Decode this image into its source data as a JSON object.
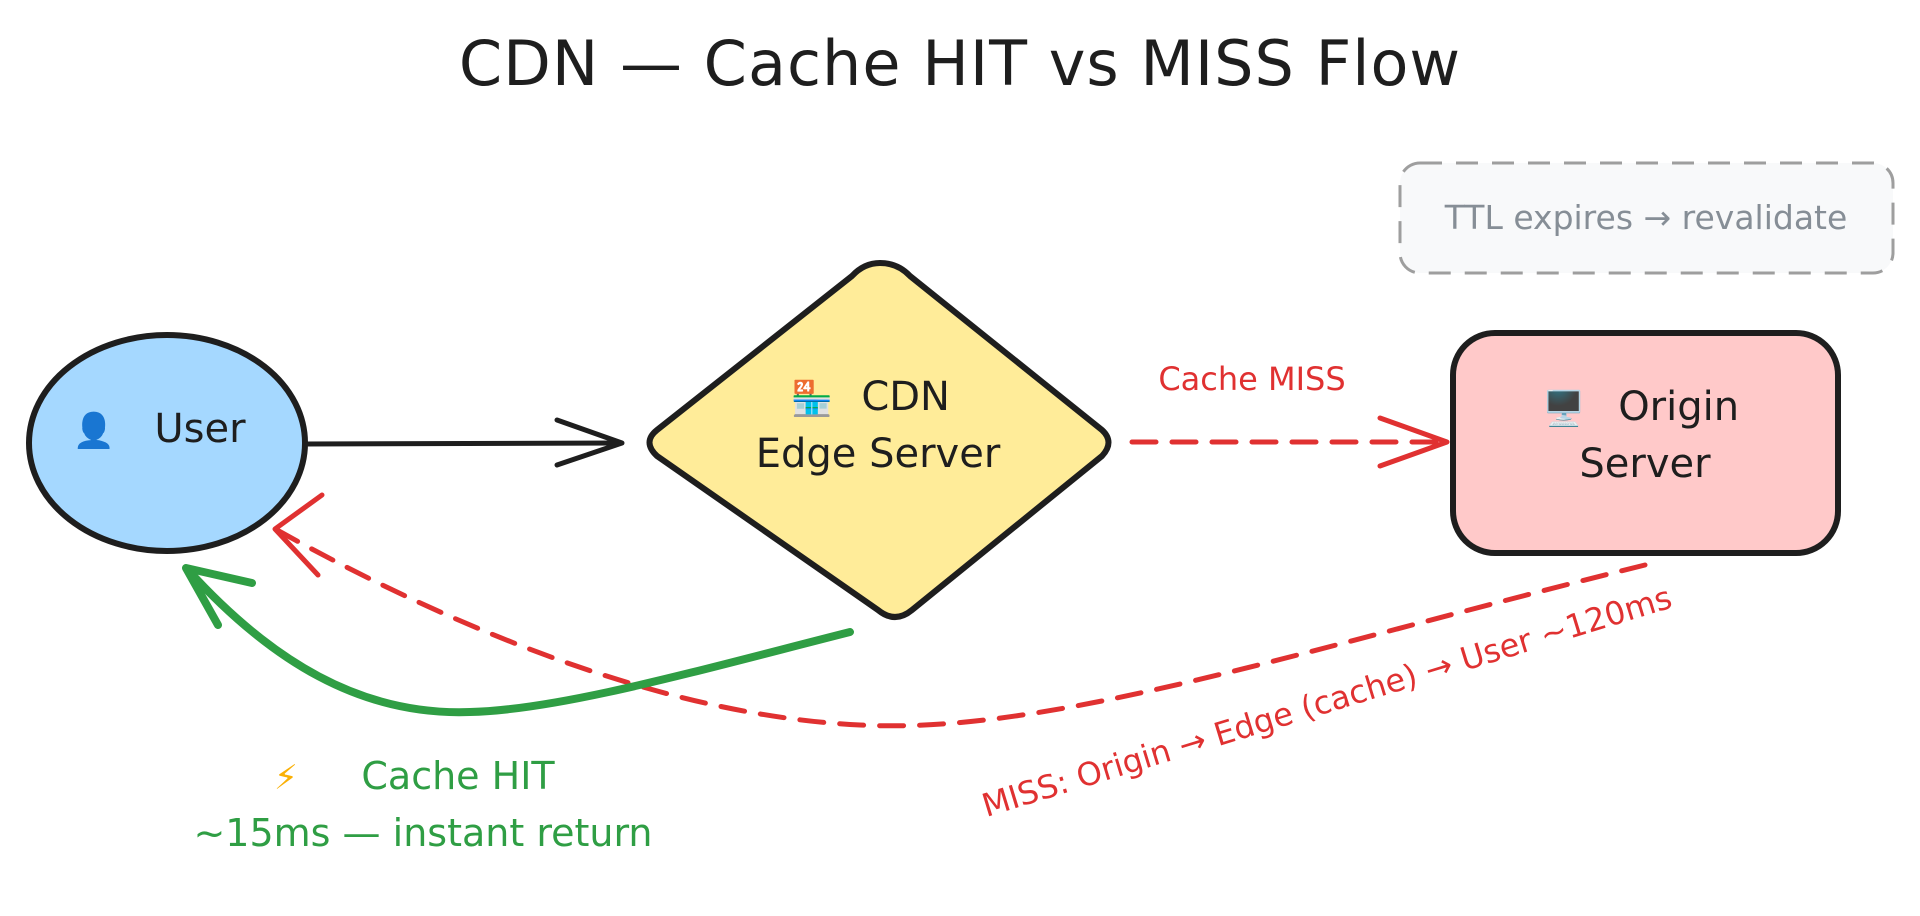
{
  "title": "CDN — Cache HIT vs MISS Flow",
  "nodes": {
    "user": {
      "icon": "👤",
      "icon_name": "user-icon",
      "label": "User",
      "fill": "#a5d8ff"
    },
    "edge": {
      "icon": "🏪",
      "icon_name": "convenience-store-icon",
      "line1": "CDN",
      "line2": "Edge Server",
      "fill": "#ffec99"
    },
    "origin": {
      "icon": "🖥️",
      "icon_name": "desktop-computer-icon",
      "line1": "Origin",
      "line2": "Server",
      "fill": "#ffc9c9"
    }
  },
  "note": {
    "text": "TTL expires → revalidate"
  },
  "edges": {
    "cache_miss_label": "Cache MISS",
    "miss_return_label": "MISS: Origin → Edge (cache) → User ~120ms",
    "hit_icon": "⚡",
    "hit_icon_name": "lightning-icon",
    "hit_label_line1": "Cache HIT",
    "hit_label_line2": "~15ms — instant return"
  },
  "colors": {
    "stroke": "#1e1e1e",
    "miss": "#e03131",
    "hit": "#2f9e44",
    "note": "#868e96",
    "note_fill": "#f8f9fa"
  }
}
